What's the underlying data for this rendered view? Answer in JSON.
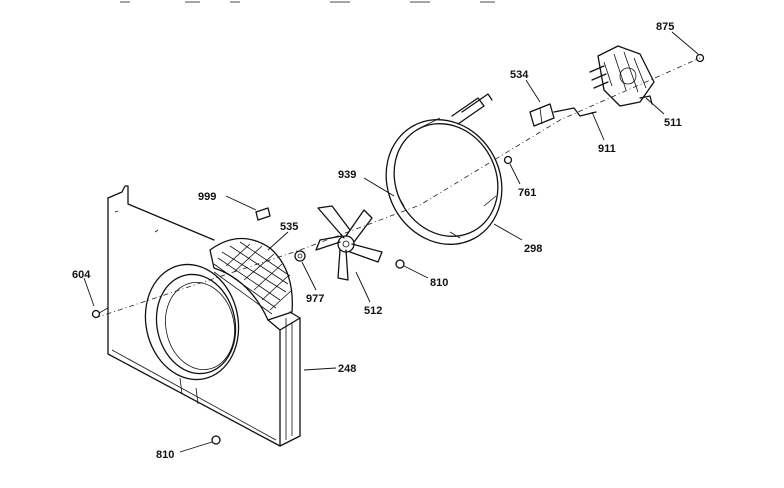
{
  "callouts": {
    "c875": "875",
    "c534": "534",
    "c511": "511",
    "c911": "911",
    "c761": "761",
    "c939": "939",
    "c298": "298",
    "c999": "999",
    "c535": "535",
    "c604": "604",
    "c977": "977",
    "c512": "512",
    "c810a": "810",
    "c248": "248",
    "c810b": "810"
  }
}
